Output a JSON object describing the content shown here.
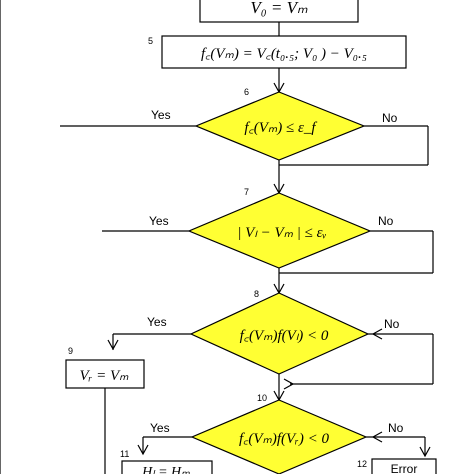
{
  "nodes": {
    "box_top": {
      "text": "V₀ = Vₘ"
    },
    "box5": {
      "num": "5",
      "text": "f꜀(Vₘ) = V꜀(t₀.₅; V₀ ) − V₀.₅"
    },
    "dia6": {
      "num": "6",
      "text": "f꜀(Vₘ) ≤ ε_f"
    },
    "dia7": {
      "num": "7",
      "text": "| Vₗ − Vₘ | ≤ εᵥ"
    },
    "dia8": {
      "num": "8",
      "text": "f꜀(Vₘ)f(Vₗ) < 0"
    },
    "box9": {
      "num": "9",
      "text": "Vᵣ = Vₘ"
    },
    "dia10": {
      "num": "10",
      "text": "f꜀(Vₘ)f(Vᵣ) < 0"
    },
    "box11": {
      "num": "11",
      "text": "Hₗ = Hₘ"
    },
    "box12": {
      "num": "12",
      "text": "Error"
    }
  },
  "labels": {
    "yes": "Yes",
    "no": "No"
  }
}
